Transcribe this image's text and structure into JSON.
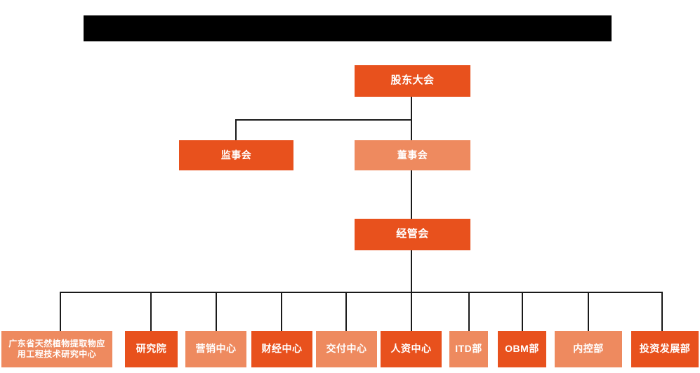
{
  "page": {
    "title_bar": {
      "name": "redacted-title-bar",
      "text": "",
      "color": "#000000"
    },
    "colors": {
      "dark_orange": "#E8511D",
      "light_salmon": "#EE8A5F",
      "connector": "#1a1a1a",
      "background": "#FFFFFF",
      "node_text": "#FFFFFF"
    }
  },
  "chart_data": {
    "type": "diagram",
    "diagram_kind": "organization-chart",
    "title": "",
    "levels": [
      {
        "level": 1,
        "nodes": [
          {
            "id": "shareholders-meeting",
            "label": "股东大会",
            "style": "dark"
          }
        ]
      },
      {
        "level": 2,
        "nodes": [
          {
            "id": "board-of-supervisors",
            "label": "监事会",
            "style": "dark"
          },
          {
            "id": "board-of-directors",
            "label": "董事会",
            "style": "light"
          }
        ]
      },
      {
        "level": 3,
        "nodes": [
          {
            "id": "management-committee",
            "label": "经管会",
            "style": "dark"
          }
        ]
      },
      {
        "level": 4,
        "nodes": [
          {
            "id": "guangdong-research-center",
            "label": "广东省天然植物提取物应\n用工程技术研究中心",
            "style": "light"
          },
          {
            "id": "research-institute",
            "label": "研究院",
            "style": "dark"
          },
          {
            "id": "marketing-center",
            "label": "营销中心",
            "style": "light"
          },
          {
            "id": "finance-center",
            "label": "财经中心",
            "style": "dark"
          },
          {
            "id": "delivery-center",
            "label": "交付中心",
            "style": "light"
          },
          {
            "id": "human-resources-center",
            "label": "人资中心",
            "style": "dark"
          },
          {
            "id": "itd-department",
            "label": "ITD部",
            "style": "light"
          },
          {
            "id": "obm-department",
            "label": "OBM部",
            "style": "dark"
          },
          {
            "id": "internal-control-department",
            "label": "内控部",
            "style": "light"
          },
          {
            "id": "investment-development-department",
            "label": "投资发展部",
            "style": "dark"
          }
        ]
      }
    ],
    "edges": [
      {
        "from": "shareholders-meeting",
        "to": "board-of-supervisors"
      },
      {
        "from": "shareholders-meeting",
        "to": "board-of-directors"
      },
      {
        "from": "board-of-directors",
        "to": "management-committee"
      },
      {
        "from": "management-committee",
        "to": "guangdong-research-center"
      },
      {
        "from": "management-committee",
        "to": "research-institute"
      },
      {
        "from": "management-committee",
        "to": "marketing-center"
      },
      {
        "from": "management-committee",
        "to": "finance-center"
      },
      {
        "from": "management-committee",
        "to": "delivery-center"
      },
      {
        "from": "management-committee",
        "to": "human-resources-center"
      },
      {
        "from": "management-committee",
        "to": "itd-department"
      },
      {
        "from": "management-committee",
        "to": "obm-department"
      },
      {
        "from": "management-committee",
        "to": "internal-control-department"
      },
      {
        "from": "management-committee",
        "to": "investment-development-department"
      }
    ]
  }
}
